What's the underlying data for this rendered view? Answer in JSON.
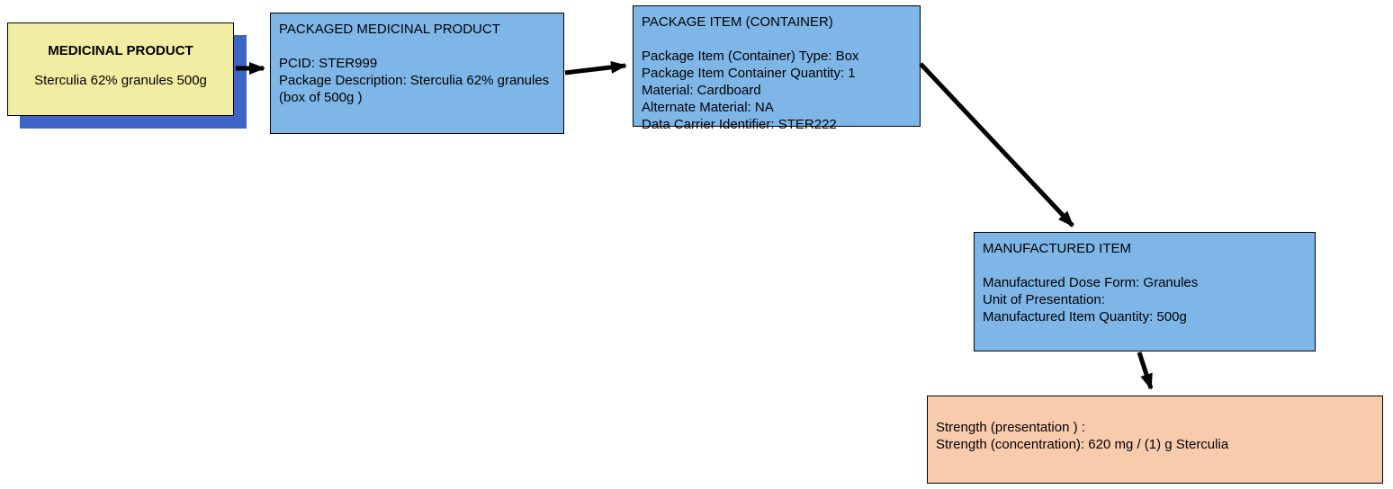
{
  "diagram": {
    "colors": {
      "node_blue": "#7EB6E8",
      "node_yellow": "#F1EDA2",
      "node_orange": "#F8CBAD",
      "shadow_blue": "#3D64C6",
      "border": "#000000",
      "arrow": "#000000"
    },
    "nodes": {
      "medicinal_product": {
        "title": "MEDICINAL PRODUCT",
        "body": "Sterculia 62% granules 500g"
      },
      "packaged_medicinal_product": {
        "title": "PACKAGED MEDICINAL PRODUCT",
        "body": "PCID: STER999\nPackage Description: Sterculia 62% granules (box of 500g )"
      },
      "package_item_container": {
        "title": "PACKAGE ITEM (CONTAINER)",
        "body": "Package Item (Container) Type: Box\nPackage Item Container Quantity: 1\nMaterial: Cardboard\nAlternate Material: NA\nData Carrier Identifier: STER222"
      },
      "manufactured_item": {
        "title": "MANUFACTURED ITEM",
        "body": "Manufactured Dose Form: Granules\nUnit of Presentation:\nManufactured Item Quantity: 500g"
      },
      "strength": {
        "body": "Strength (presentation ) :\nStrength (concentration): 620 mg / (1) g Sterculia"
      }
    }
  }
}
